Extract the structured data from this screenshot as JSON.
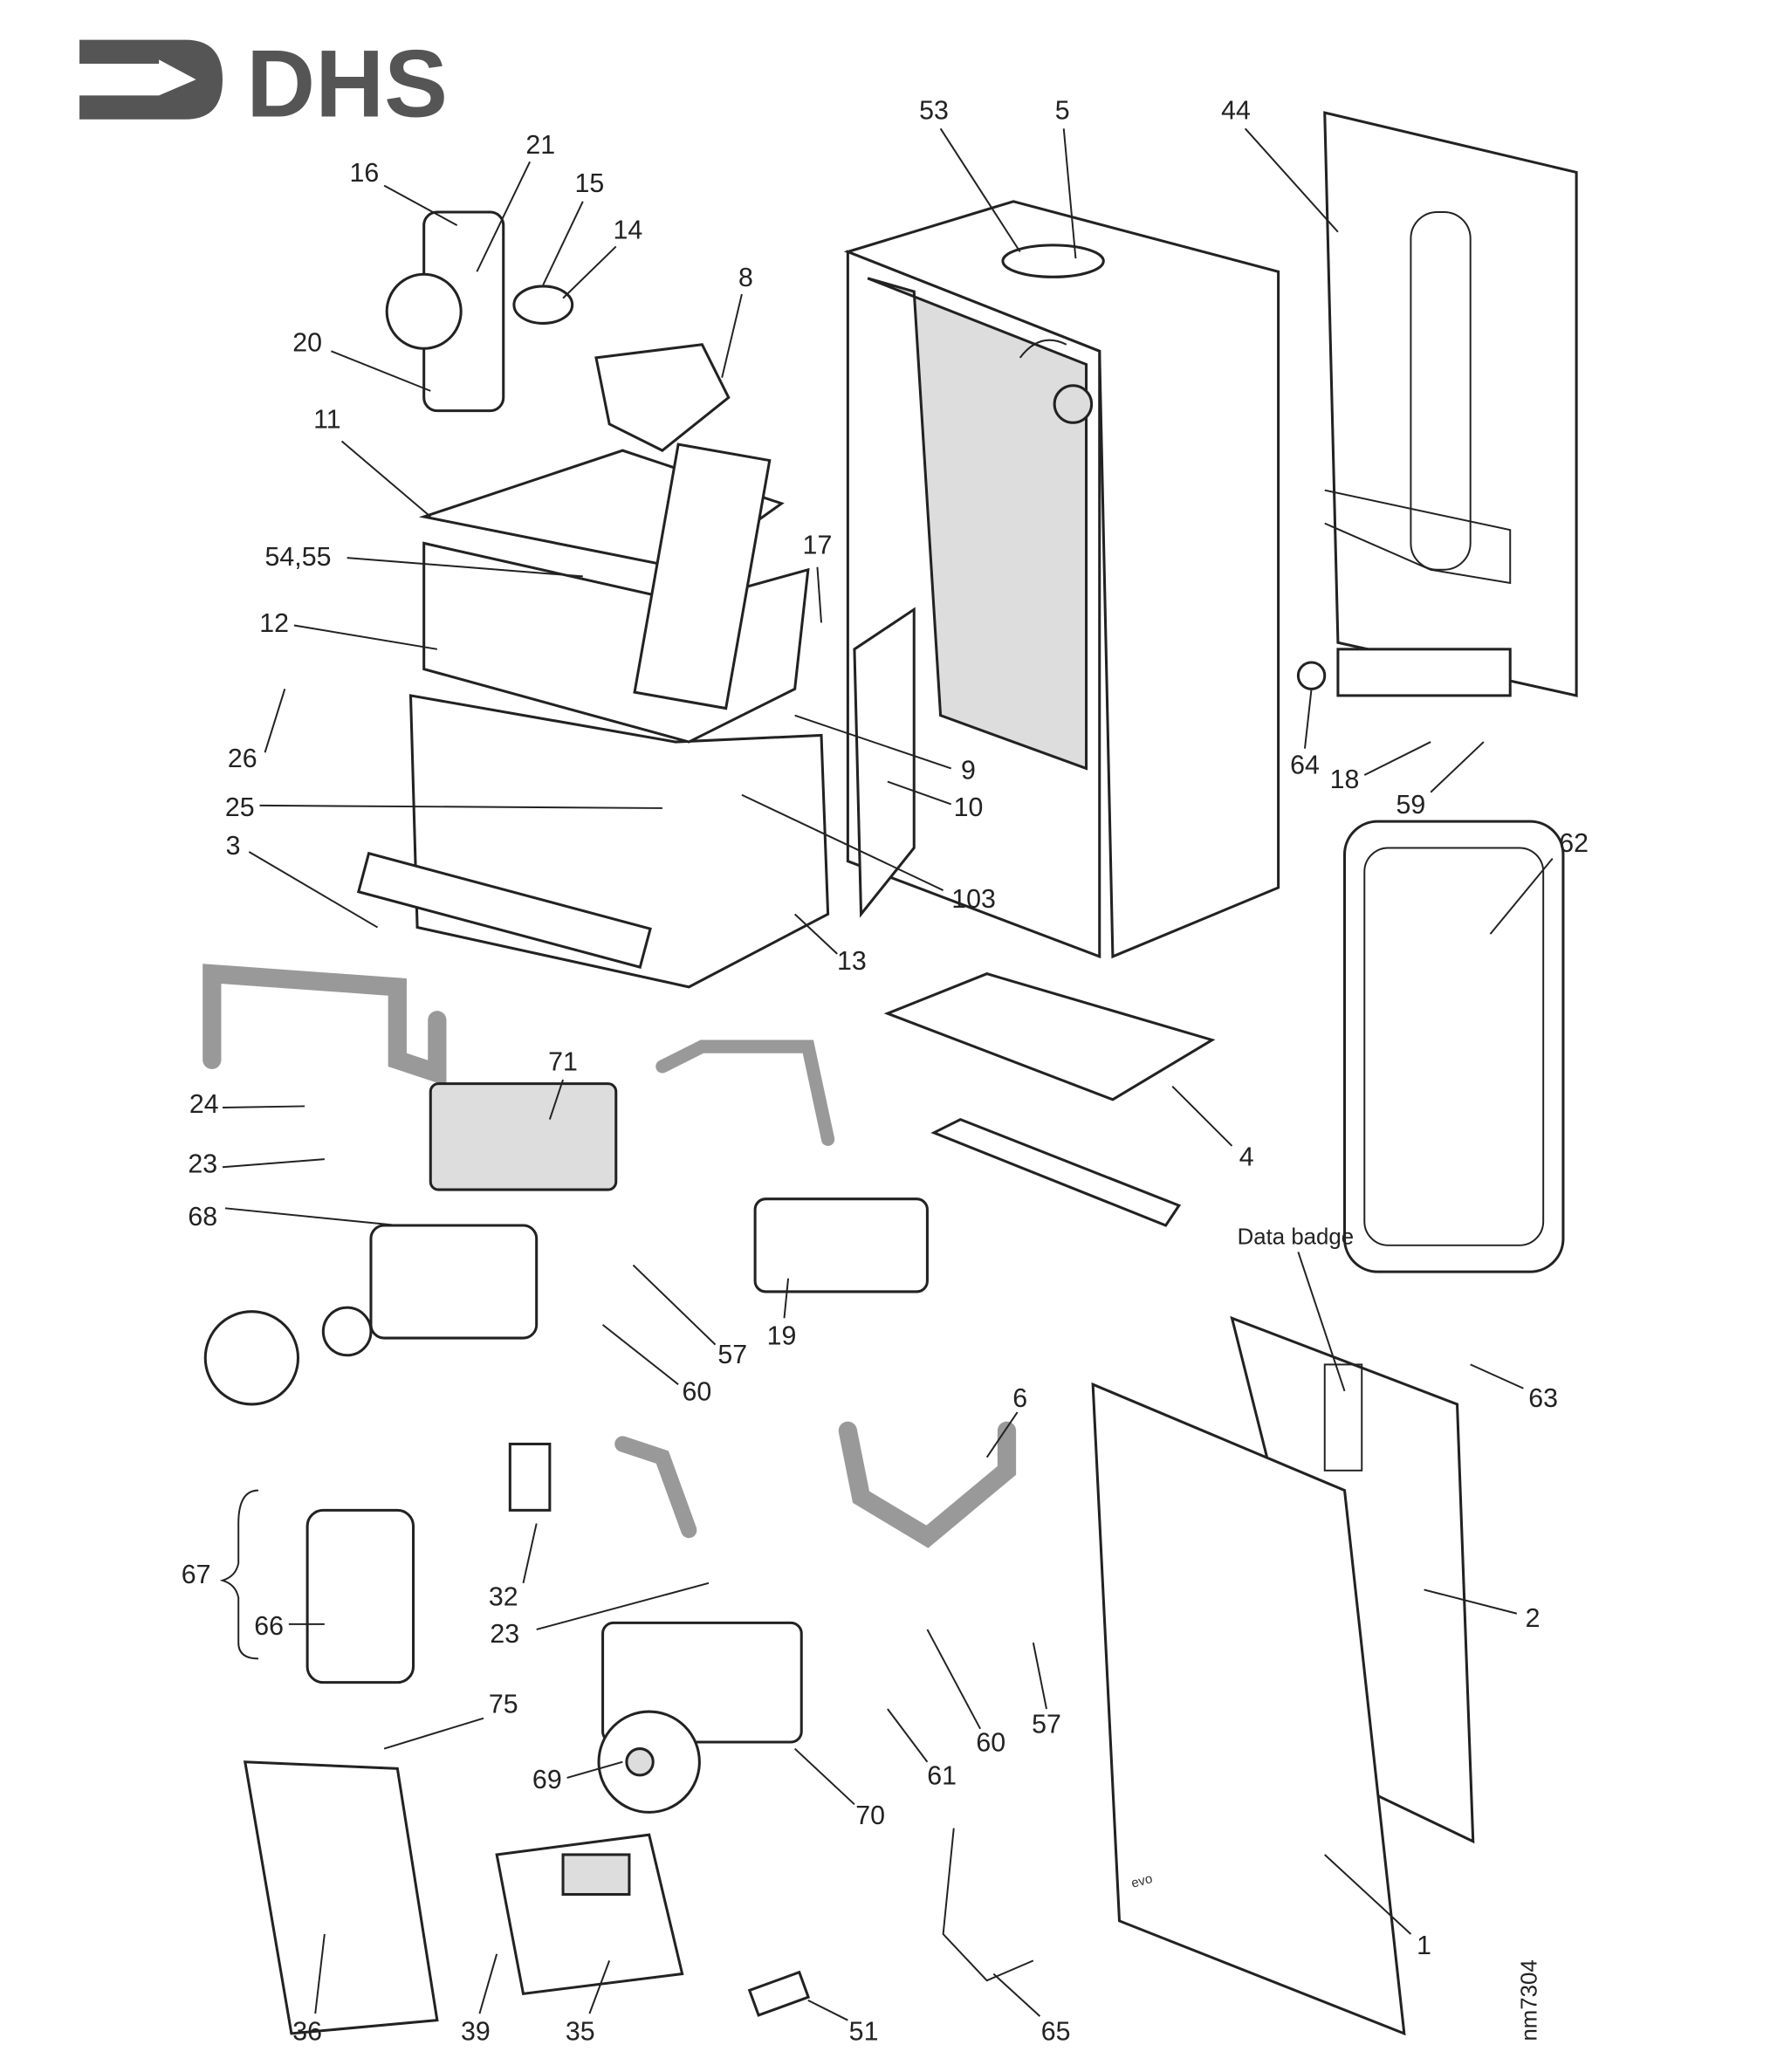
{
  "logo": {
    "text": "DHS",
    "color": "#555555"
  },
  "drawing_number": "nm7304",
  "front_panel_badge": "evo",
  "labels": [
    "53",
    "5",
    "44",
    "21",
    "16",
    "15",
    "14",
    "8",
    "20",
    "11",
    "17",
    "54,55",
    "12",
    "26",
    "9",
    "25",
    "10",
    "3",
    "103",
    "13",
    "64",
    "18",
    "59",
    "62",
    "71",
    "24",
    "23",
    "4",
    "68",
    "Data badge",
    "57",
    "19",
    "60",
    "63",
    "6",
    "67",
    "66",
    "32",
    "23",
    "2",
    "75",
    "60",
    "57",
    "61",
    "69",
    "70",
    "1",
    "36",
    "39",
    "35",
    "51",
    "65"
  ]
}
